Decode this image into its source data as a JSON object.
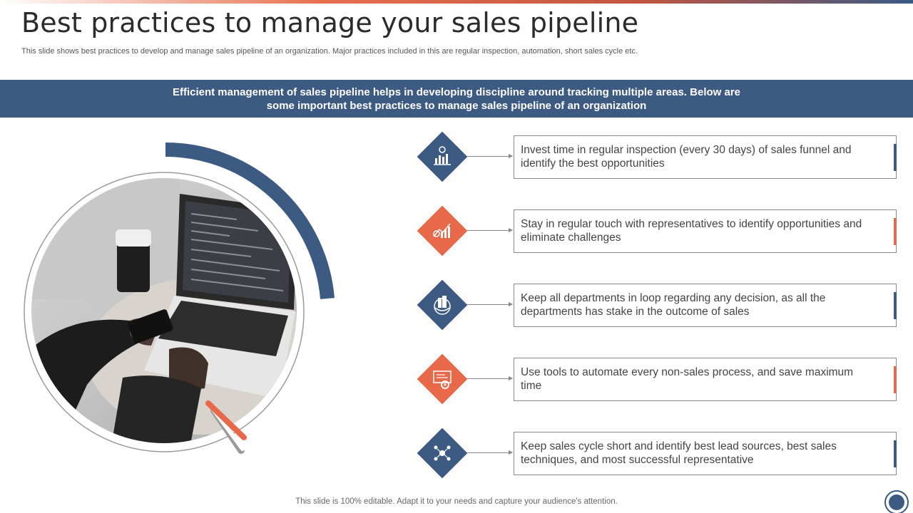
{
  "header": {
    "title": "Best practices to manage your sales pipeline",
    "subtitle": "This slide shows best practices to develop and manage sales pipeline of an organization. Major practices included in this are regular inspection, automation, short sales cycle etc."
  },
  "banner": {
    "line1": "Efficient management of sales pipeline helps in developing discipline around tracking multiple areas. Below are",
    "line2": "some important best practices to manage sales pipeline of an organization"
  },
  "practices": [
    {
      "text": "Invest time in regular inspection (every 30 days) of sales funnel and identify the best opportunities",
      "icon": "analytics-chart-icon",
      "color": "#3c5a82"
    },
    {
      "text": "Stay in regular touch with representatives to identify opportunities and eliminate challenges",
      "icon": "growth-chart-icon",
      "color": "#e8684a"
    },
    {
      "text": "Keep all departments in loop regarding any decision, as all the departments has stake in the outcome of sales",
      "icon": "globe-buildings-icon",
      "color": "#3c5a82"
    },
    {
      "text": "Use tools to automate every non-sales process, and save maximum time",
      "icon": "automation-monitor-icon",
      "color": "#e8684a"
    },
    {
      "text": "Keep sales cycle short and identify best lead sources, best sales techniques, and most successful representative",
      "icon": "network-people-icon",
      "color": "#3c5a82"
    }
  ],
  "footer": {
    "note": "This slide is 100% editable. Adapt it to your needs and capture your audience's attention."
  },
  "colors": {
    "accent_blue": "#3c5a82",
    "accent_orange": "#e8684a"
  }
}
